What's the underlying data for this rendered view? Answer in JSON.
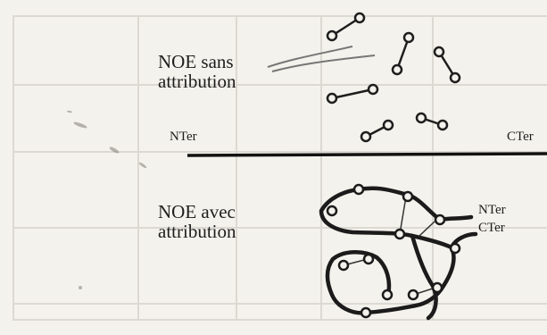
{
  "top_panel": {
    "label": "NOE sans\nattribution",
    "nter_label": "NTer",
    "cter_label": "CTer"
  },
  "bottom_panel": {
    "label": "NOE avec\nattribution",
    "nter_label": "NTer",
    "cter_label": "CTer"
  },
  "colors": {
    "background": "#f4f2ec",
    "ink": "#1e1e1e",
    "faint_grid": "#dcd9d2"
  }
}
